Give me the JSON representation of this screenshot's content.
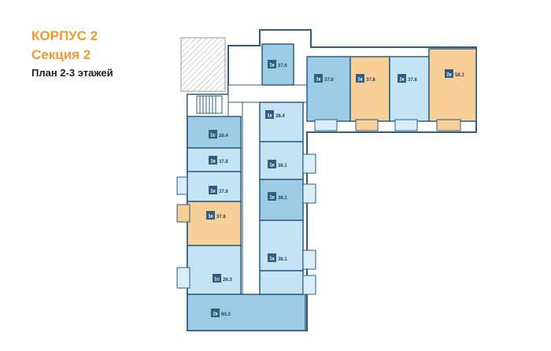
{
  "header": {
    "building": "КОРПУС 2",
    "section": "Секция 2",
    "plan": "План 2-3 этажей"
  },
  "colors": {
    "light": "#c5e4f3",
    "mid": "#9ccbe6",
    "orange": "#f8cf97",
    "wall": "#2f5e82",
    "corridor": "#ffffff",
    "balcony": "#d9eef8"
  },
  "apartments": [
    {
      "id": "a1",
      "type": "1к",
      "area": "37.6"
    },
    {
      "id": "a2",
      "type": "1к",
      "area": "37.8"
    },
    {
      "id": "a3",
      "type": "1к",
      "area": "37.8"
    },
    {
      "id": "a4",
      "type": "1к",
      "area": "37.8"
    },
    {
      "id": "a5",
      "type": "2к",
      "area": "58.3"
    },
    {
      "id": "a6",
      "type": "1к",
      "area": "38.4"
    },
    {
      "id": "a7",
      "type": "1с",
      "area": "26.4"
    },
    {
      "id": "a8",
      "type": "1к",
      "area": "37.8"
    },
    {
      "id": "a9",
      "type": "1к",
      "area": "37.8"
    },
    {
      "id": "a10",
      "type": "1к",
      "area": "38.1"
    },
    {
      "id": "a11",
      "type": "1к",
      "area": "37.8"
    },
    {
      "id": "a12",
      "type": "1к",
      "area": "38.1"
    },
    {
      "id": "a13",
      "type": "1к",
      "area": "38.1"
    },
    {
      "id": "a14",
      "type": "1с",
      "area": "26.3"
    },
    {
      "id": "a15",
      "type": "2к",
      "area": "60.3"
    }
  ]
}
